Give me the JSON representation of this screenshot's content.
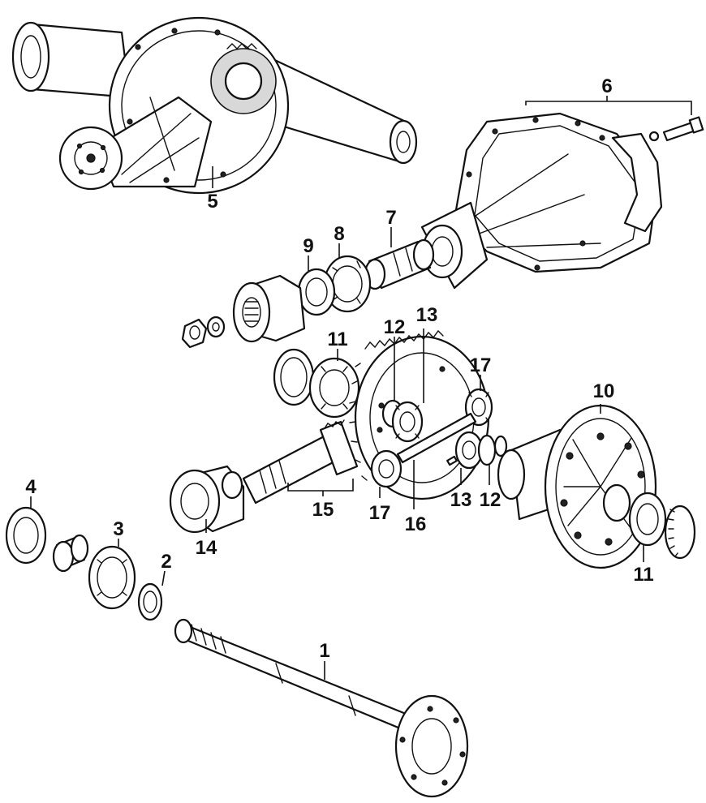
{
  "callouts": {
    "c1": "1",
    "c2": "2",
    "c3": "3",
    "c4": "4",
    "c5": "5",
    "c6": "6",
    "c7": "7",
    "c8": "8",
    "c9": "9",
    "c10": "10",
    "c11a": "11",
    "c11b": "11",
    "c12a": "12",
    "c12b": "12",
    "c13a": "13",
    "c13b": "13",
    "c14": "14",
    "c15": "15",
    "c16": "16",
    "c17a": "17",
    "c17b": "17"
  }
}
